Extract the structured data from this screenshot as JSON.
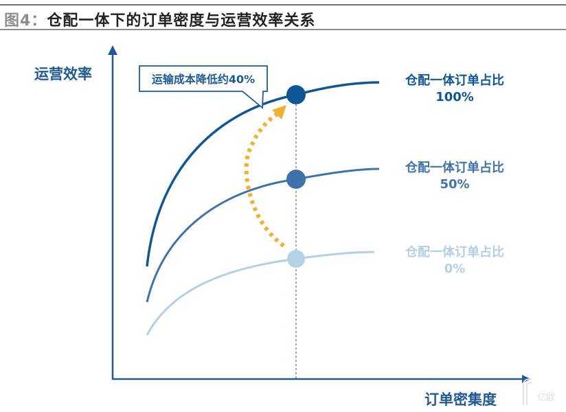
{
  "header": {
    "figure_label": "图4：",
    "title": "仓配一体下的订单密度与运营效率关系"
  },
  "axes": {
    "y_label": "运营效率",
    "x_label": "订单密集度"
  },
  "callout": {
    "text": "运输成本降低约40%"
  },
  "series_labels": [
    {
      "name": "仓配一体订单占比",
      "value": "100%",
      "color": "#0f5699"
    },
    {
      "name": "仓配一体订单占比",
      "value": "50%",
      "color": "#3f72a8"
    },
    {
      "name": "仓配一体订单占比",
      "value": "0%",
      "color": "#b3cfe4"
    }
  ],
  "watermark": "亿欧",
  "colors": {
    "axis": "#1f5a96",
    "arrow": "#f2b02f",
    "dashed_line": "#1f5a96"
  },
  "chart_data": {
    "type": "line",
    "title": "仓配一体下的订单密度与运营效率关系",
    "xlabel": "订单密集度",
    "ylabel": "运营效率",
    "series": [
      {
        "name": "仓配一体订单占比100%",
        "shape": "concave increasing, highest"
      },
      {
        "name": "仓配一体订单占比50%",
        "shape": "concave increasing, middle"
      },
      {
        "name": "仓配一体订单占比0%",
        "shape": "concave increasing, lowest"
      }
    ],
    "annotations": [
      "运输成本降低约40%",
      "dashed vertical reference line at same order density",
      "curved arrow from 0% curve to 100% curve"
    ],
    "grid": false,
    "legend_position": "right (inline labels)"
  }
}
